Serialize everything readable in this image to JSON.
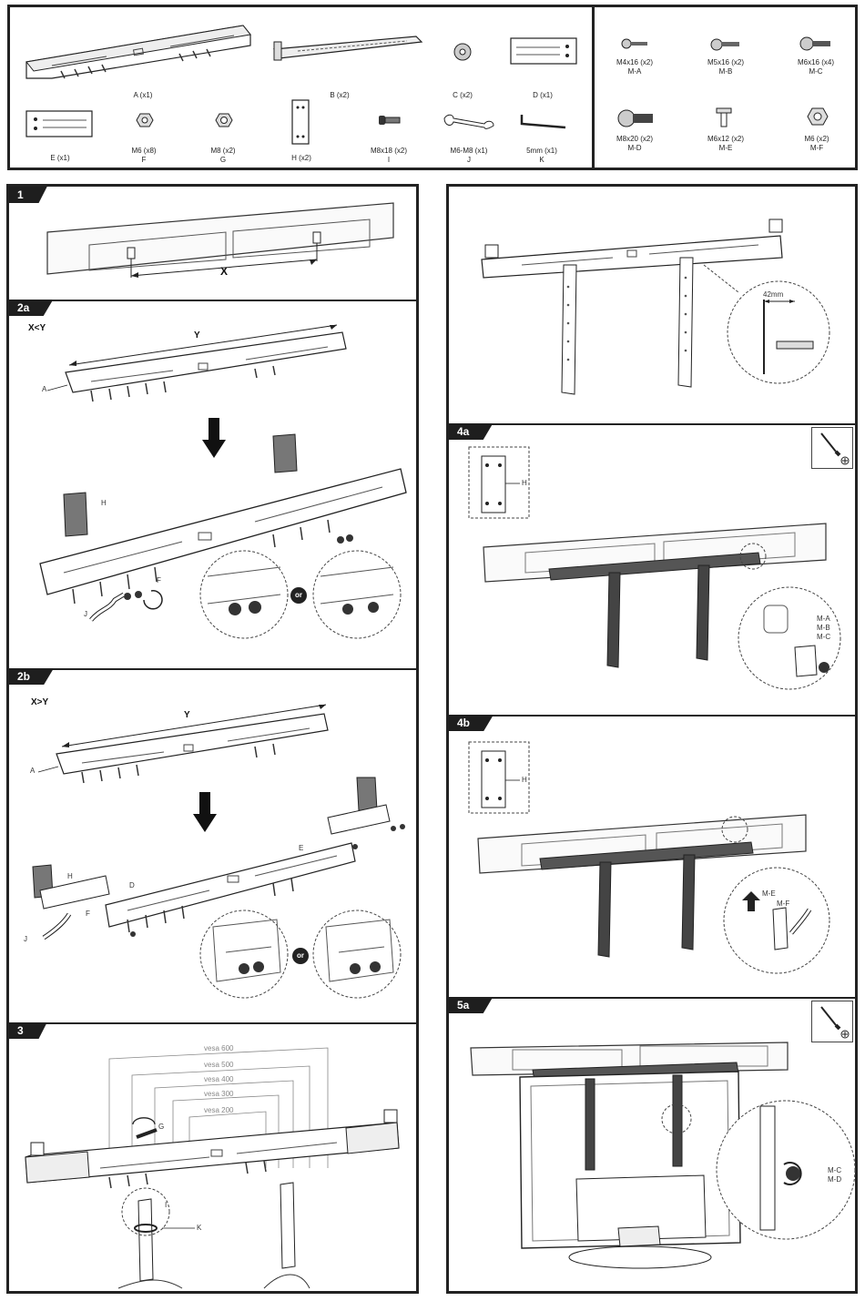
{
  "parts": {
    "a": "A (x1)",
    "b": "B (x2)",
    "c": "C (x2)",
    "d": "D (x1)",
    "e": "E (x1)",
    "f": "M6 (x8)",
    "f_code": "F",
    "g": "M8 (x2)",
    "g_code": "G",
    "h": "H (x2)",
    "i": "M8x18 (x2)",
    "i_code": "I",
    "j": "M6-M8 (x1)",
    "j_code": "J",
    "k": "5mm (x1)",
    "k_code": "K"
  },
  "screws": {
    "ma": "M4x16 (x2)",
    "ma_code": "M-A",
    "mb": "M5x16 (x2)",
    "mb_code": "M-B",
    "mc": "M6x16 (x4)",
    "mc_code": "M-C",
    "md": "M8x20 (x2)",
    "md_code": "M-D",
    "me": "M6x12 (x2)",
    "me_code": "M-E",
    "mf": "M6 (x2)",
    "mf_code": "M-F"
  },
  "steps": {
    "s1": {
      "tag": "1",
      "x": "X"
    },
    "s2a": {
      "tag": "2a",
      "cond": "X<Y",
      "y": "Y",
      "a": "A",
      "h": "H",
      "f": "F",
      "j": "J",
      "or": "or"
    },
    "s2b": {
      "tag": "2b",
      "cond": "X>Y",
      "y": "Y",
      "a": "A",
      "h": "H",
      "d": "D",
      "e": "E",
      "f": "F",
      "j": "J",
      "or": "or"
    },
    "s3": {
      "tag": "3",
      "vesa600": "vesa 600",
      "vesa500": "vesa 500",
      "vesa400": "vesa 400",
      "vesa300": "vesa 300",
      "vesa200": "vesa 200",
      "g": "G",
      "i": "I",
      "k": "K"
    },
    "s4": {
      "mm": "42mm"
    },
    "s4a": {
      "tag": "4a",
      "h": "H",
      "ma": "M-A",
      "mb": "M-B",
      "mc": "M-C"
    },
    "s4b": {
      "tag": "4b",
      "h": "H",
      "me": "M-E",
      "mf": "M-F"
    },
    "s5a": {
      "tag": "5a",
      "mc": "M-C",
      "md": "M-D"
    }
  }
}
